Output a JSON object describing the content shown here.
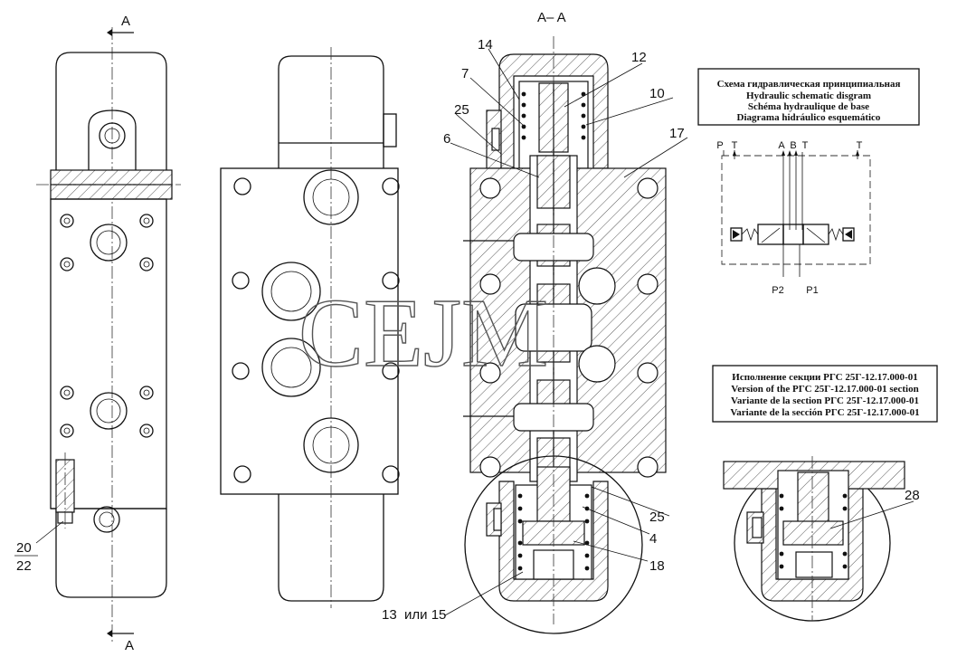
{
  "section_marks": {
    "top_left": "A",
    "bottom_left": "A",
    "section_title": "A– A"
  },
  "callouts": {
    "c14": "14",
    "c12": "12",
    "c7": "7",
    "c10": "10",
    "c25_top": "25",
    "c6": "6",
    "c17": "17",
    "c25_bottom": "25",
    "c4": "4",
    "c18": "18",
    "c13_15": "13  или 15",
    "c20": "20",
    "c22": "22",
    "c28": "28"
  },
  "schematic_box": {
    "lines": [
      "Схема гидравлическая принципиальная",
      "Hydraulic schematic disgram",
      "Schéma hydraulique de base",
      "Diagrama hidráulico esquemático"
    ]
  },
  "schematic_ports": {
    "p_top": "P",
    "t_top_left": "T",
    "a": "A",
    "b": "B",
    "t_mid": "T",
    "t_right": "T",
    "p2": "P2",
    "p1": "P1"
  },
  "version_box": {
    "lines": [
      "Исполнение секции РГС 25Г-12.17.000-01",
      "Version of the РГС 25Г-12.17.000-01 section",
      "Variante de la section РГС 25Г-12.17.000-01",
      "Variante de la sección РГС 25Г-12.17.000-01"
    ]
  },
  "watermark": "CEJM"
}
